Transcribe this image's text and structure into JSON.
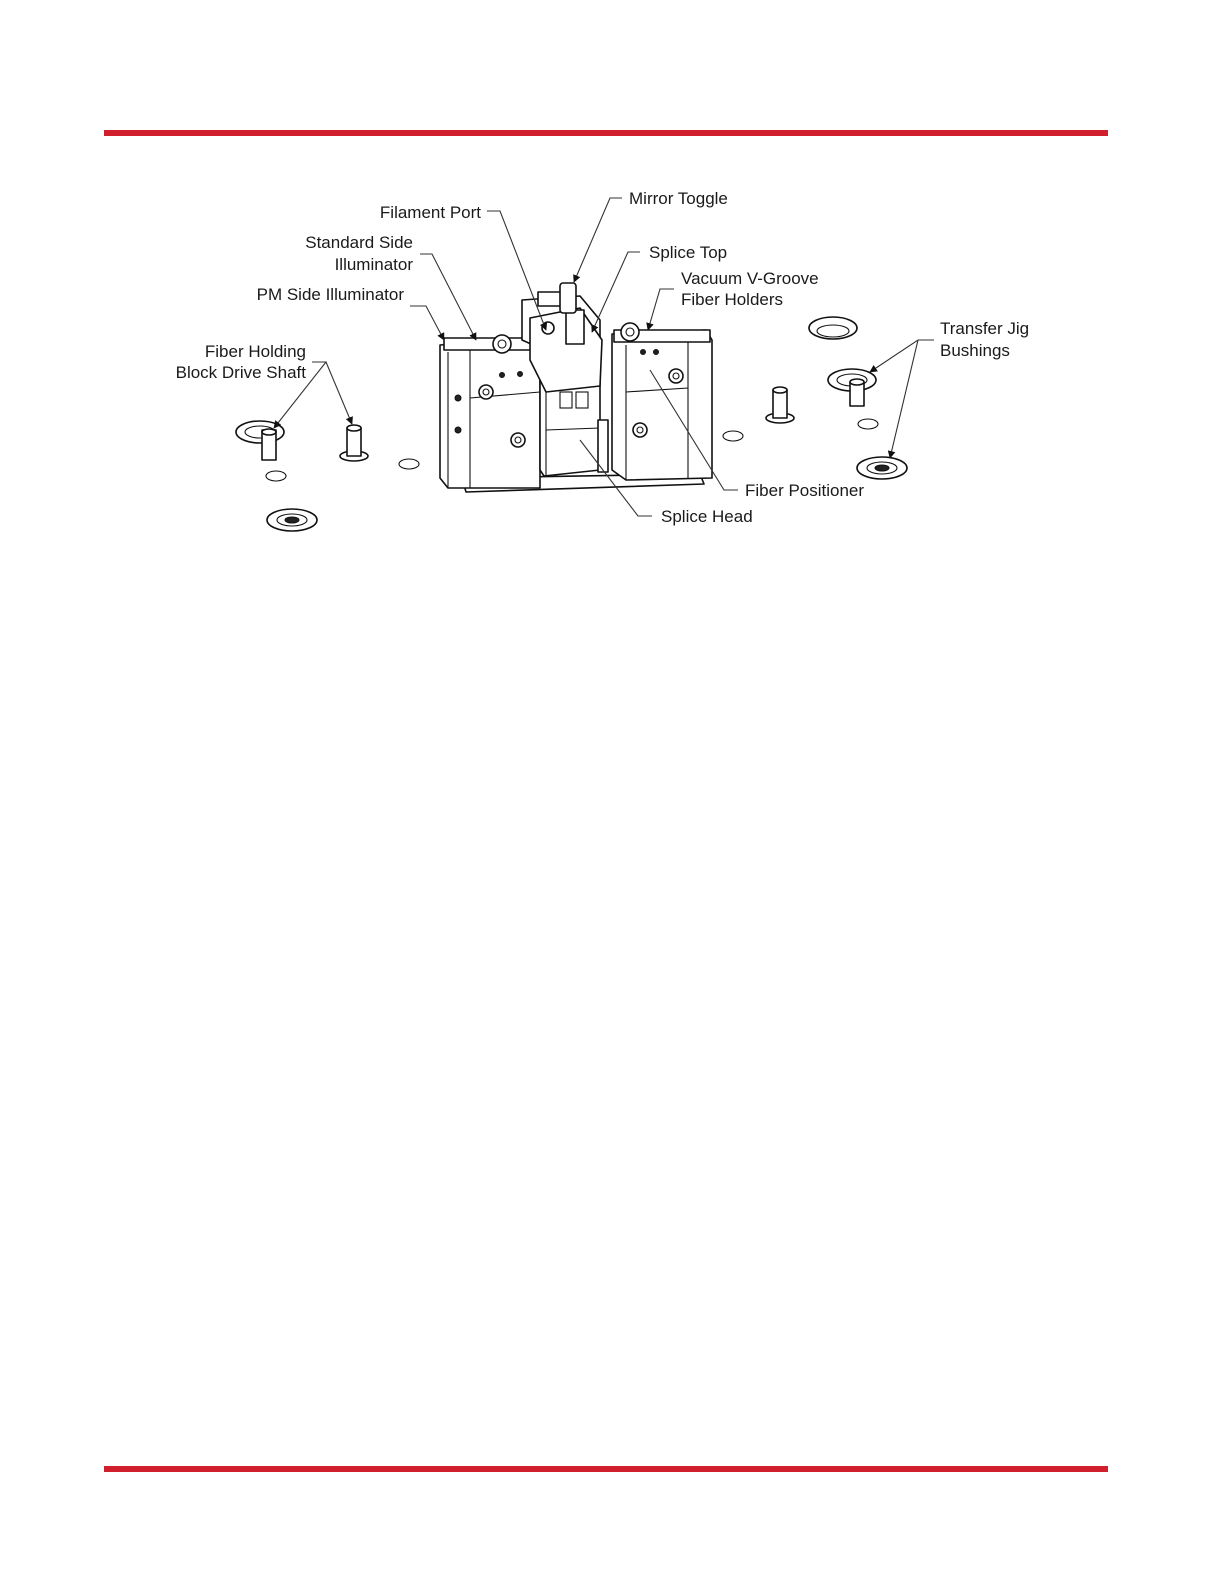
{
  "colors": {
    "rule": "#d0202e"
  },
  "labels": {
    "mirror_toggle": "Mirror Toggle",
    "filament_port": "Filament Port",
    "splice_top": "Splice Top",
    "standard_side_1": "Standard Side",
    "standard_side_2": "Illuminator",
    "vacuum_1": "Vacuum V-Groove",
    "vacuum_2": "Fiber Holders",
    "pm_side": "PM Side Illuminator",
    "transfer_jig_1": "Transfer Jig",
    "transfer_jig_2": "Bushings",
    "fiber_holding_1": "Fiber Holding",
    "fiber_holding_2": "Block Drive Shaft",
    "fiber_positioner": "Fiber Positioner",
    "splice_head": "Splice Head"
  }
}
